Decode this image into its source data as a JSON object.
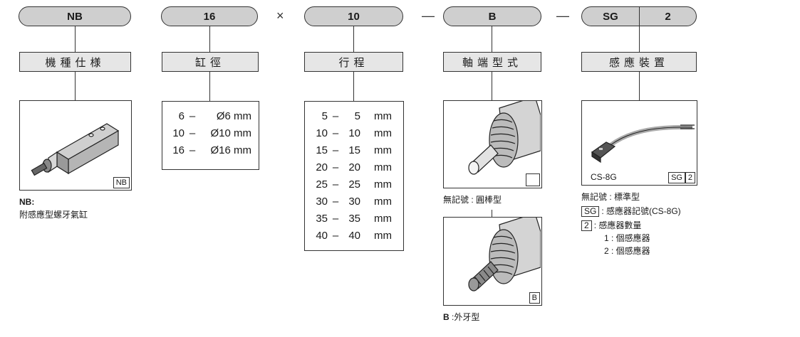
{
  "codes": {
    "nb": "NB",
    "bore": "16",
    "stroke": "10",
    "shaft": "B",
    "sensor_type": "SG",
    "sensor_qty": "2"
  },
  "separators": {
    "times": "×",
    "dash1": "—",
    "dash2": "—"
  },
  "labels": {
    "model": "機種仕様",
    "bore": "缸徑",
    "stroke": "行程",
    "shaft": "軸端型式",
    "sensor": "感應裝置"
  },
  "bore_options": [
    {
      "code": "6",
      "dash": "–",
      "value": "Ø6 mm"
    },
    {
      "code": "10",
      "dash": "–",
      "value": "Ø10 mm"
    },
    {
      "code": "16",
      "dash": "–",
      "value": "Ø16 mm"
    }
  ],
  "stroke_options": [
    {
      "code": "5",
      "dash": "–",
      "value": "5",
      "unit": "mm"
    },
    {
      "code": "10",
      "dash": "–",
      "value": "10",
      "unit": "mm"
    },
    {
      "code": "15",
      "dash": "–",
      "value": "15",
      "unit": "mm"
    },
    {
      "code": "20",
      "dash": "–",
      "value": "20",
      "unit": "mm"
    },
    {
      "code": "25",
      "dash": "–",
      "value": "25",
      "unit": "mm"
    },
    {
      "code": "30",
      "dash": "–",
      "value": "30",
      "unit": "mm"
    },
    {
      "code": "35",
      "dash": "–",
      "value": "35",
      "unit": "mm"
    },
    {
      "code": "40",
      "dash": "–",
      "value": "40",
      "unit": "mm"
    }
  ],
  "model_note": {
    "title": "NB:",
    "desc": "附感應型螺牙氣缸"
  },
  "image_tags": {
    "nb": "NB",
    "sensor_left": "SG",
    "sensor_right": "2",
    "shaft_b": "B",
    "sensor_model": "CS-8G"
  },
  "shaft_notes": {
    "none": "無記號 : 圓棒型",
    "b_code": "B",
    "b_desc": " :外牙型"
  },
  "sensor_notes": {
    "none": "無記號 : 標準型",
    "sg_code": "SG",
    "sg_desc": ": 感應器記號(CS-8G)",
    "qty_code": "2",
    "qty_desc": ": 感應器數量",
    "qty_1": "1 : 個感應器",
    "qty_2": "2 : 個感應器"
  }
}
